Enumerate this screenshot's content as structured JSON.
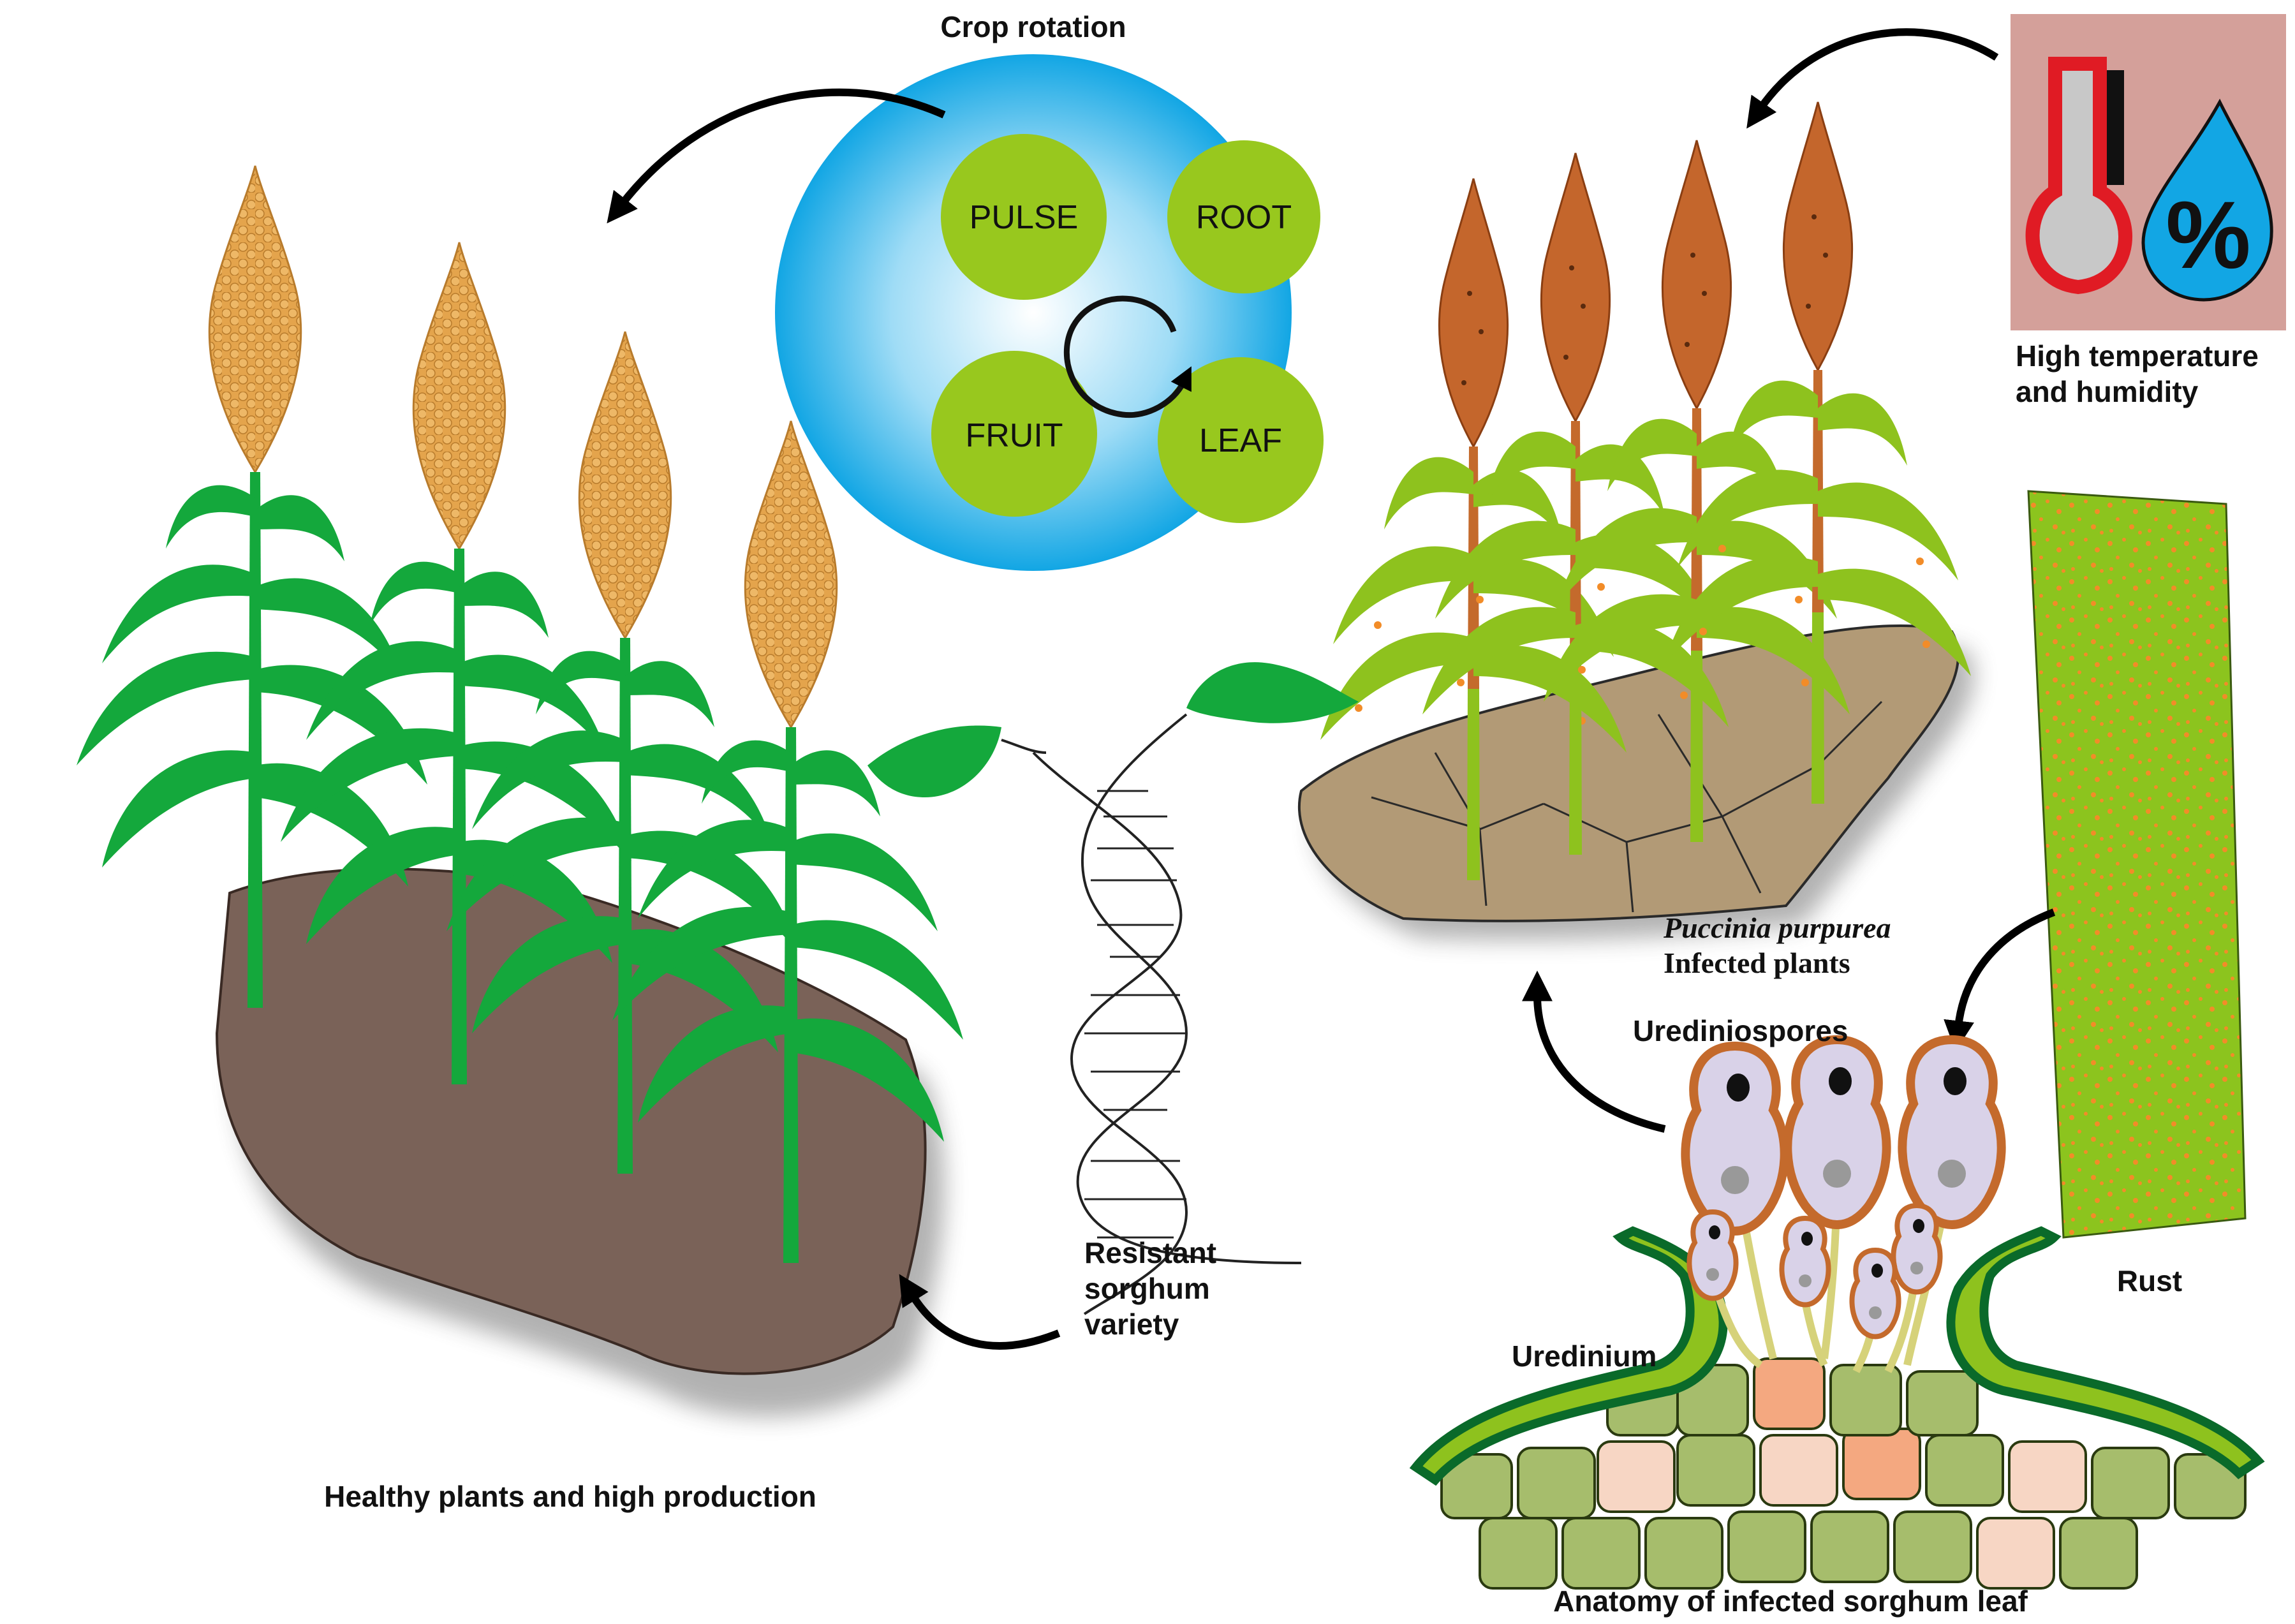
{
  "labels": {
    "crop_rotation": "Crop rotation",
    "high_temp_line1": "High temperature",
    "high_temp_line2": "and humidity",
    "pathogen_name": "Puccinia purpurea",
    "infected_plants": "Infected plants",
    "urediniospores": "Urediniospores",
    "rust": "Rust",
    "uredinium": "Uredinium",
    "resistant_line1": "Resistant",
    "resistant_line2": "sorghum",
    "resistant_line3": "variety",
    "healthy": "Healthy plants and high production",
    "anatomy": "Anatomy of infected sorghum leaf"
  },
  "rotation": {
    "items": [
      "PULSE",
      "ROOT",
      "FRUIT",
      "LEAF"
    ]
  },
  "climate_icon": {
    "percent_symbol": "%"
  },
  "colors": {
    "healthy_green": "#14a83c",
    "grain_tan": "#e4a44c",
    "infected_leaf": "#8ec21e",
    "infected_head": "#c4662c",
    "rust_orange": "#f28c28",
    "soil_dark": "#7a6258",
    "soil_light": "#b29a76",
    "rotation_blue": "#12a6e4",
    "rotation_green": "#98c81e",
    "climate_panel": "#d4a09a"
  }
}
